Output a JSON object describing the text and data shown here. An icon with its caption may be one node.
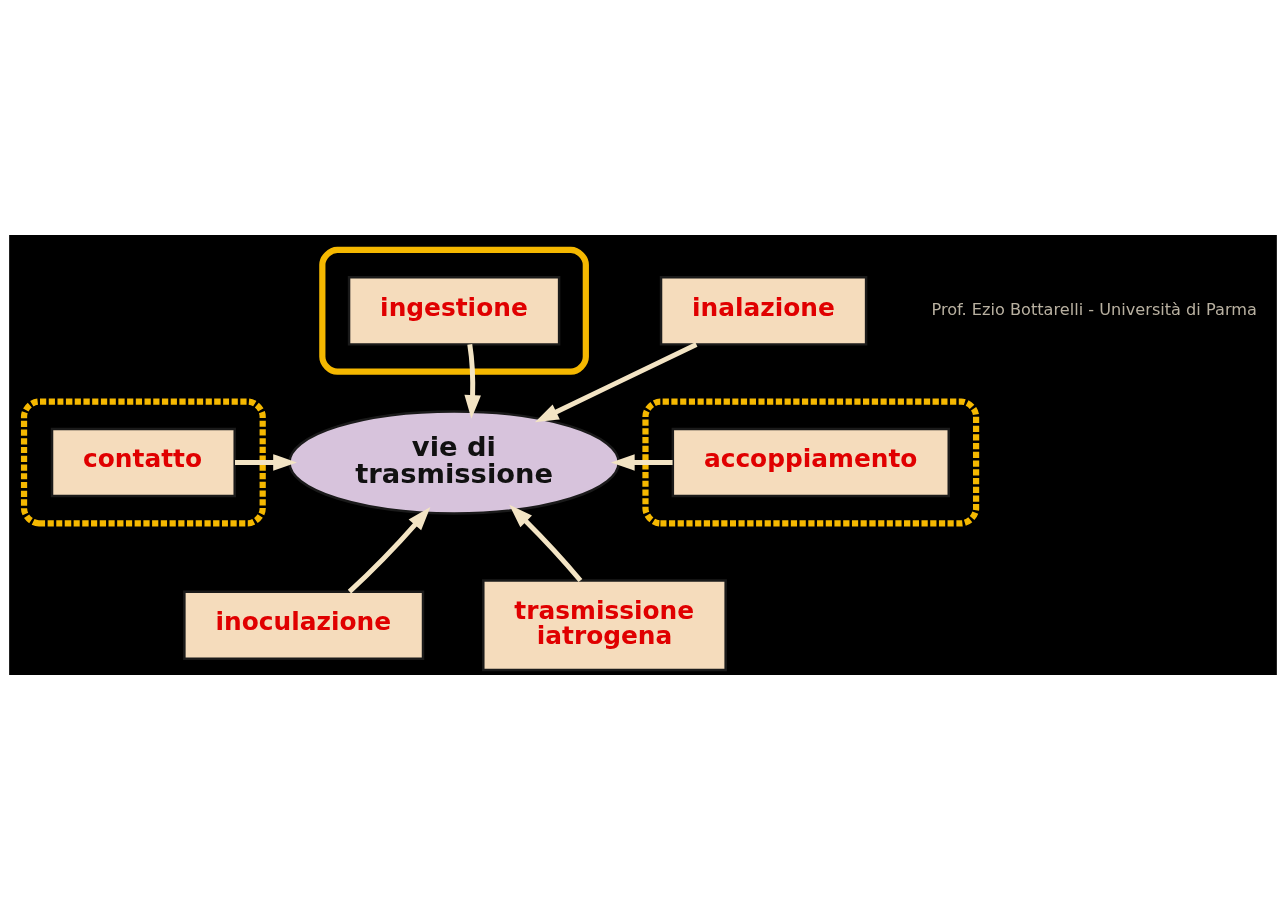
{
  "diagram": {
    "nodes": [
      {
        "text": [],
        "shape": "ellipse"
      },
      {
        "text": [
          "ingestione"
        ],
        "in": 0
      },
      {
        "text": [
          "inalazione"
        ]
      },
      {
        "text": [],
        "shape": "ellipse"
      },
      {
        "text": [
          "contatto"
        ],
        "in": 3
      },
      {
        "text": [
          "vie di trasmissione"
        ]
      },
      {
        "text": [],
        "shape": "ellipse"
      },
      {
        "text": [
          "accoppiamento"
        ],
        "in": 6
      },
      {
        "text": [
          "inoculazione"
        ]
      },
      {
        "text": [
          "trasmissione iatrogena"
        ]
      }
    ],
    "edges": [
      {
        "from": 1,
        "to": 5,
        "arrow": "to"
      },
      {
        "from": 2,
        "to": 5,
        "arrow": "to"
      },
      {
        "from": 4,
        "to": 5,
        "arrow": "to"
      },
      {
        "from": 7,
        "to": 5,
        "arrow": "to"
      },
      {
        "from": 8,
        "to": 5,
        "arrow": "to"
      },
      {
        "from": 9,
        "to": 5,
        "arrow": "to"
      }
    ],
    "labels": [
      "Prof. Ezio Bottarelli - Università di Parma"
    ]
  }
}
